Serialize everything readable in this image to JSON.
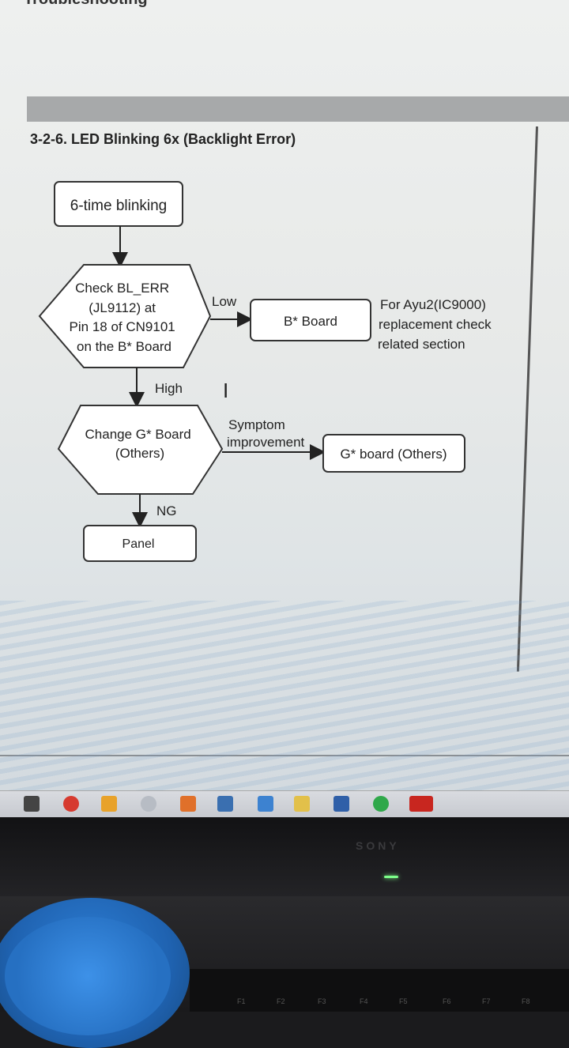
{
  "document": {
    "header_fragment": "Troubleshooting",
    "section_title": "3-2-6. LED Blinking 6x (Backlight Error)"
  },
  "flowchart": {
    "start": "6-time blinking",
    "check_lines": [
      "Check BL_ERR",
      "(JL9112) at",
      "Pin 18 of CN9101",
      "on the B* Board"
    ],
    "low_label": "Low",
    "b_board": "B* Board",
    "note_lines": [
      "For Ayu2(IC9000)",
      "replacement check",
      "related section"
    ],
    "high_label": "High",
    "change_lines": [
      "Change G* Board",
      "(Others)"
    ],
    "symptom_lines": [
      "Symptom",
      "improvement"
    ],
    "g_board": "G* board (Others)",
    "ng_label": "NG",
    "panel": "Panel"
  },
  "monitor": {
    "brand": "SONY"
  },
  "keyboard": {
    "fkeys": [
      "F1",
      "F2",
      "F3",
      "F4",
      "F5",
      "F6",
      "F7",
      "F8"
    ]
  },
  "colors": {
    "page": "#eceeed",
    "band": "#a7a9aa",
    "ink": "#222222",
    "bowl": "#2d7fd6"
  }
}
